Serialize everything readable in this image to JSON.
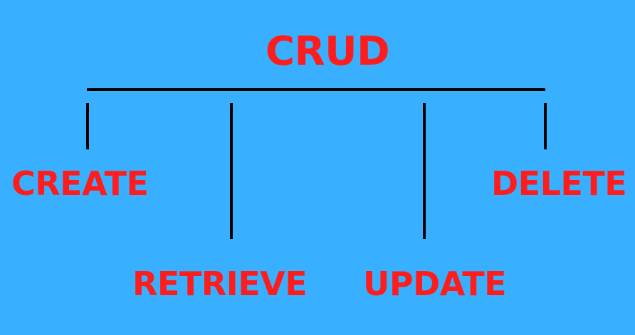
{
  "colors": {
    "background": "#38B0FF",
    "text": "#FF1C1C",
    "lines": "#000000"
  },
  "diagram": {
    "title": "CRUD",
    "operations": {
      "create": "CREATE",
      "retrieve": "RETRIEVE",
      "update": "UPDATE",
      "delete": "DELETE"
    }
  }
}
